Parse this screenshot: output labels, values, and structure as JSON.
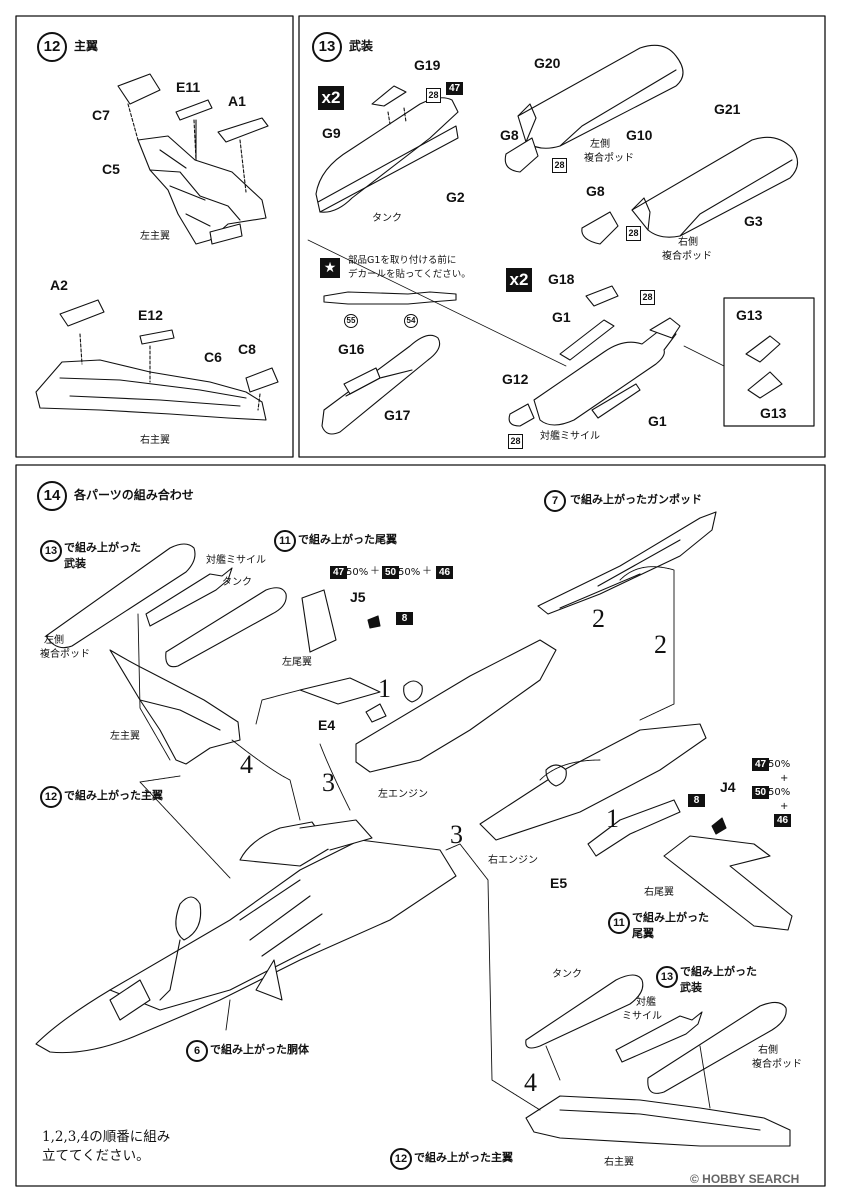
{
  "step12": {
    "number": "12",
    "title": "主翼",
    "labels": {
      "C7": "C7",
      "E11": "E11",
      "A1": "A1",
      "C5": "C5",
      "A2": "A2",
      "E12": "E12",
      "C6": "C6",
      "C8": "C8"
    },
    "left_wing": "左主翼",
    "right_wing": "右主翼"
  },
  "step13": {
    "number": "13",
    "title": "武装",
    "multiplier": "x2",
    "labels": {
      "G19": "G19",
      "G9": "G9",
      "G2": "G2",
      "G20": "G20",
      "G8a": "G8",
      "G10": "G10",
      "G21": "G21",
      "G8b": "G8",
      "G3": "G3",
      "G18": "G18",
      "G1a": "G1",
      "G12": "G12",
      "G1b": "G1",
      "G16": "G16",
      "G17": "G17",
      "G13a": "G13",
      "G13b": "G13"
    },
    "decals": {
      "d47": "47",
      "d28": "28"
    },
    "tank": "タンク",
    "left_pod": [
      "左側",
      "複合ポッド"
    ],
    "right_pod": [
      "右側",
      "複合ポッド"
    ],
    "missile": "対艦ミサイル",
    "note": [
      "部品G1を取り付ける前に",
      "デカールを貼ってください。"
    ],
    "note_decals": [
      "55",
      "54"
    ]
  },
  "step14": {
    "number": "14",
    "title": "各パーツの組み合わせ",
    "ref7": {
      "num": "7",
      "text": "で組み上がったガンポッド"
    },
    "ref11a": {
      "num": "11",
      "text": "で組み上がった尾翼"
    },
    "ref13a": {
      "num": "13",
      "line1": "で組み上がった",
      "line2": "武装"
    },
    "ref12a": {
      "num": "12",
      "text": "で組み上がった主翼"
    },
    "ref6": {
      "num": "6",
      "text": "で組み上がった胴体"
    },
    "ref11b": {
      "num": "11",
      "line1": "で組み上がった",
      "line2": "尾翼"
    },
    "ref13b": {
      "num": "13",
      "line1": "で組み上がった",
      "line2": "武装"
    },
    "ref12b": {
      "num": "12",
      "text": "で組み上がった主翼"
    },
    "paint_a": {
      "c1": "47",
      "p1": "50%",
      "plus1": "＋",
      "c2": "50",
      "p2": "50%",
      "plus2": "＋",
      "c3": "46"
    },
    "paint_b": {
      "c1": "47",
      "p1": "50%",
      "plus1": "+",
      "c2": "50",
      "p2": "50%",
      "plus2": "+",
      "c3": "46"
    },
    "labels": {
      "J5": "J5",
      "E4": "E4",
      "J4": "J4",
      "E5": "E5",
      "b8a": "8",
      "b8b": "8"
    },
    "text": {
      "left_pod": [
        "左側",
        "複合ポッド"
      ],
      "missile": "対艦ミサイル",
      "tank": "タンク",
      "left_tail": "左尾翼",
      "left_wing": "左主翼",
      "left_engine": "左エンジン",
      "right_engine": "右エンジン",
      "right_tail": "右尾翼",
      "tank2": "タンク",
      "missile2": [
        "対艦",
        "ミサイル"
      ],
      "right_pod": [
        "右側",
        "複合ポッド"
      ],
      "right_wing": "右主翼"
    },
    "order_numbers": [
      "1",
      "2",
      "2",
      "3",
      "3",
      "4",
      "4",
      "1"
    ],
    "instruction": [
      "1,2,3,4の順番に組み",
      "立ててください。"
    ]
  },
  "watermark": "© HOBBY SEARCH"
}
